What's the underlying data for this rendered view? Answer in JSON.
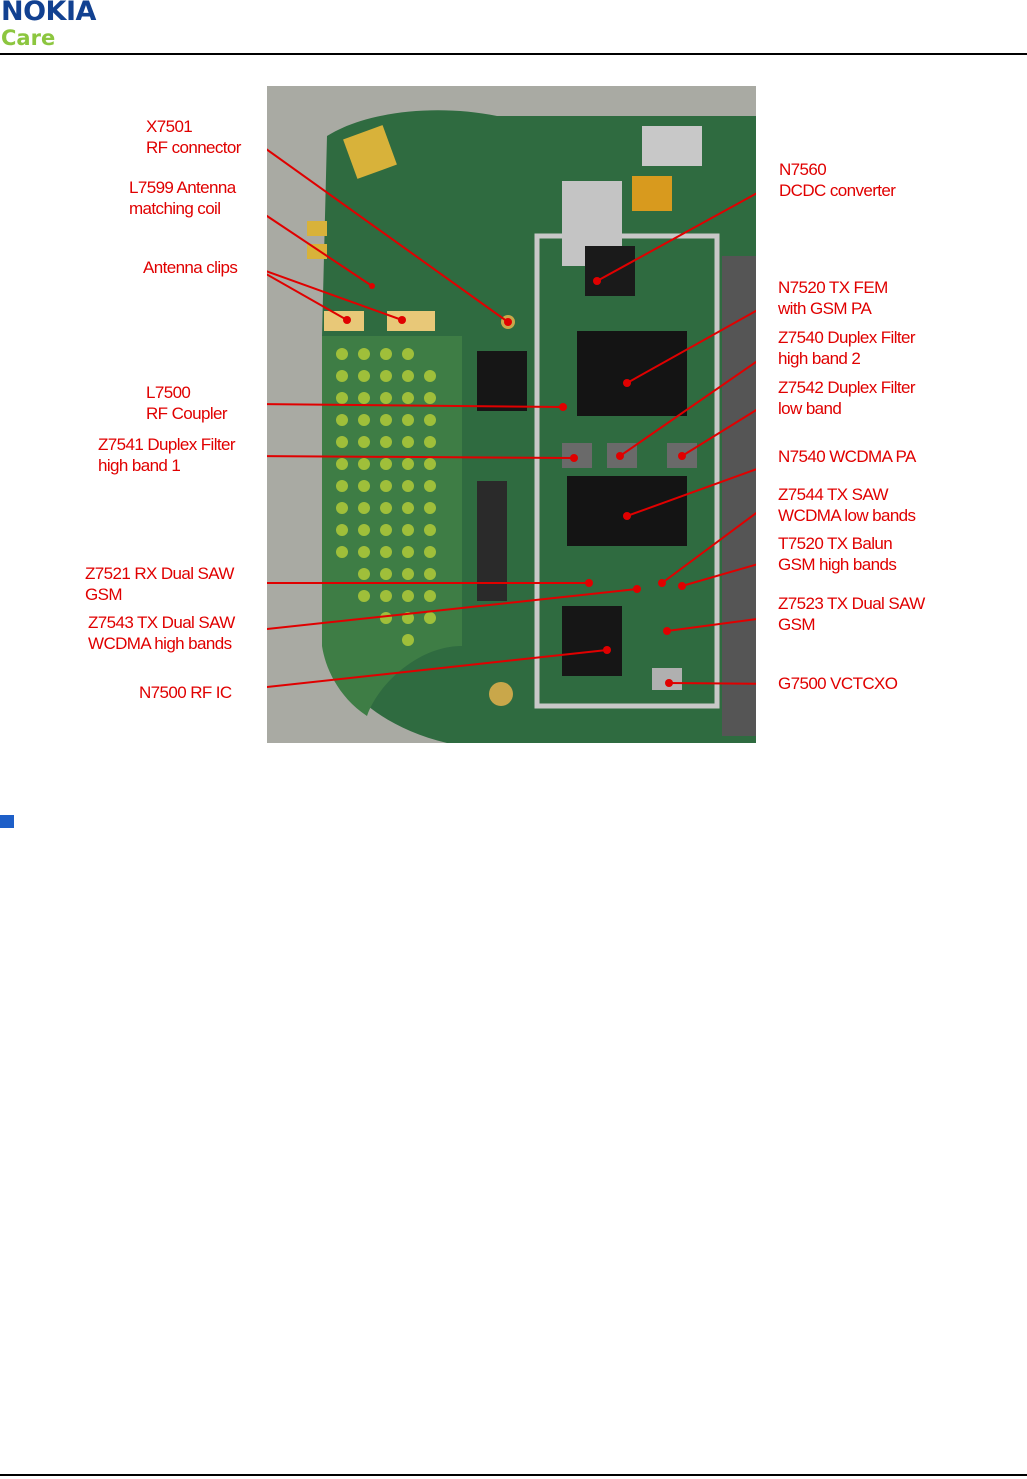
{
  "header": {
    "brand": "NOKIA",
    "sub_brand": "Care"
  },
  "colors": {
    "brand_blue": "#124191",
    "care_green": "#8cc63f",
    "label_red": "#e00000",
    "bullet_blue": "#1e5fc8"
  },
  "figure": {
    "labels": {
      "x7501": [
        "X7501",
        "RF connector"
      ],
      "l7599": [
        "L7599 Antenna",
        "matching coil"
      ],
      "antenna_clips": [
        "Antenna clips"
      ],
      "l7500": [
        "L7500",
        "RF Coupler"
      ],
      "z7541": [
        "Z7541 Duplex Filter",
        "high band 1"
      ],
      "z7521": [
        "Z7521 RX Dual SAW",
        "GSM"
      ],
      "z7543": [
        "Z7543 TX Dual SAW",
        "WCDMA high bands"
      ],
      "n7500": [
        "N7500 RF IC"
      ],
      "n7560": [
        "N7560",
        "DCDC converter"
      ],
      "n7520": [
        "N7520 TX FEM",
        "with GSM PA"
      ],
      "z7540": [
        "Z7540 Duplex Filter",
        "high band 2"
      ],
      "z7542": [
        "Z7542 Duplex Filter",
        "low band"
      ],
      "n7540": [
        "N7540 WCDMA PA"
      ],
      "z7544": [
        "Z7544 TX SAW",
        "WCDMA low bands"
      ],
      "t7520": [
        "T7520 TX Balun",
        "GSM high bands"
      ],
      "z7523": [
        "Z7523 TX Dual SAW",
        "GSM"
      ],
      "g7500": [
        "G7500 VCTCXO"
      ]
    }
  }
}
